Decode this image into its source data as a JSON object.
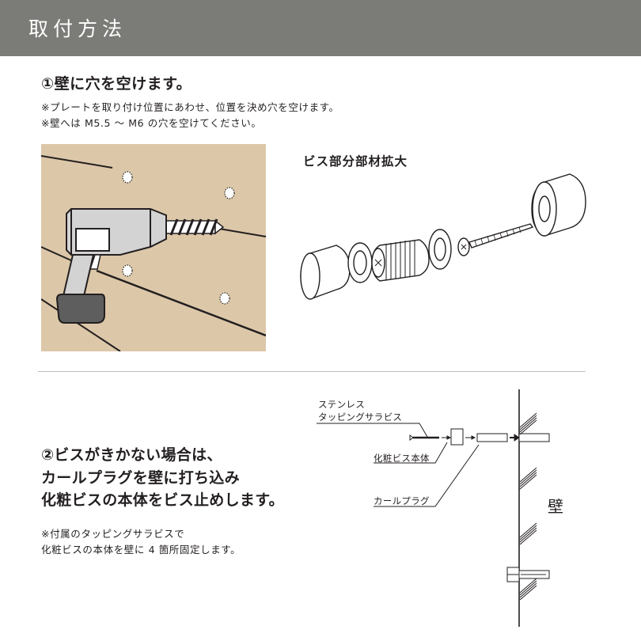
{
  "header": {
    "title": "取付方法",
    "background": "#7b7c78"
  },
  "step1": {
    "title": "①壁に穴を空けます。",
    "notes": [
      "※プレートを取り付け位置にあわせ、位置を決め穴を空けます。",
      "※壁へは M5.5 ～ M6 の穴を空けてください。"
    ],
    "illustration": {
      "name": "drill-on-wall",
      "background": "#dcc7a8"
    },
    "parts_label": "ビス部分部材拡大"
  },
  "step2": {
    "title_lines": [
      "②ビスがきかない場合は、",
      "カールプラグを壁に打ち込み",
      "化粧ビスの本体をビス止めします。"
    ],
    "notes": [
      "※付属のタッピングサラビスで",
      "化粧ビスの本体を壁に 4 箇所固定します。"
    ],
    "diagram": {
      "label_screw_line1": "ステンレス",
      "label_screw_line2": "タッピングサラビス",
      "label_body": "化粧ビス本体",
      "label_plug": "カールプラグ",
      "label_wall": "壁"
    }
  }
}
